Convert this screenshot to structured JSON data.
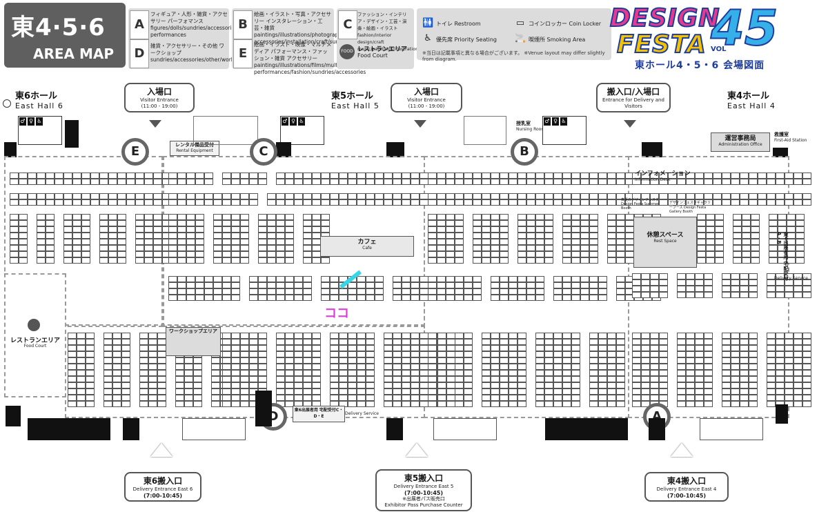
{
  "header": {
    "title_main": "東4·5·6",
    "title_sub": "AREA MAP",
    "legend_categories": [
      {
        "letter": "A",
        "jp": "フィギュア・人形・雑貨・アクセサリー パーフォマンス",
        "en": "figures/dolls/sundries/accessories performances"
      },
      {
        "letter": "B",
        "jp": "絵画・イラスト・写真・アクセサリー インスタレーション・工芸・雑貨",
        "en": "paintings/illustrations/photography accessories/installation/craft/sundries"
      },
      {
        "letter": "C",
        "jp": "ファッション・インテリア・デザイン・工芸・演奏・絵画・イラスト",
        "en": "fashion/interior design/craft music/paintings/illustrations"
      },
      {
        "letter": "D",
        "jp": "雑貨・アクセサリー・その他 ワークショップ",
        "en": "sundries/accessories/other/workshops"
      },
      {
        "letter": "E",
        "jp": "絵画・イラスト・映像・マルチメディア パフォーマンス・ファッション・雑貨 アクセサリー",
        "en": "paintings/illustrations/films/multimedia performances/fashion/sundries/accessories"
      }
    ],
    "food_court_jp": "レストランエリア",
    "food_court_en": "Food Court",
    "food_icon_label": "FOOD",
    "legend_symbols": [
      {
        "icon": "restroom-icon",
        "jp": "トイレ",
        "en": "Restroom"
      },
      {
        "icon": "coin-locker-icon",
        "jp": "コインロッカー",
        "en": "Coin Locker"
      },
      {
        "icon": "priority-seat-icon",
        "jp": "優先席",
        "en": "Priority Seating"
      },
      {
        "icon": "smoking-icon",
        "jp": "喫煙所",
        "en": "Smoking Area"
      }
    ],
    "notice": "※当日は記載事項と異なる場合がございます。 ※Venue layout may differ slightly from diagram.",
    "brand_line1": "DESIGN",
    "brand_line2": "FESTA",
    "brand_number": "45",
    "brand_vol": "VOL",
    "brand_sub": "東ホール4・5・6 会場図面"
  },
  "halls": [
    {
      "jp": "東6ホール",
      "en": "East Hall 6"
    },
    {
      "jp": "東5ホール",
      "en": "East Hall 5"
    },
    {
      "jp": "東4ホール",
      "en": "East Hall 4"
    }
  ],
  "top_entrances": [
    {
      "jp": "入場口",
      "en": "Visitor Entrance",
      "time": "(11:00 - 19:00)"
    },
    {
      "jp": "入場口",
      "en": "Visitor Entrance",
      "time": "(11:00 - 19:00)"
    },
    {
      "jp": "搬入口/入場口",
      "en": "Entrance for Delivery and Visitors",
      "time": ""
    }
  ],
  "bottom_entrances": [
    {
      "jp": "東6搬入口",
      "en": "Delivery Entrance East 6",
      "time": "(7:00-10:45)",
      "note": ""
    },
    {
      "jp": "東5搬入口",
      "en": "Delivery Entrance East 5",
      "time": "(7:00-10:45)",
      "note": "※出展者パス販売口",
      "note_en": "Exhibitor Pass Purchase Counter"
    },
    {
      "jp": "東4搬入口",
      "en": "Delivery Entrance East 4",
      "time": "(7:00-10:45)",
      "note": ""
    }
  ],
  "facilities": {
    "rental_jp": "レンタル備品受付",
    "rental_en": "Rental Equipment",
    "cafe_jp": "カフェ",
    "cafe_en": "Cafe",
    "workshop_jp": "ワークショップエリア",
    "restaurant_jp": "レストランエリア",
    "restaurant_en": "Food Court",
    "info_jp": "インフォメーション",
    "info_en": "Information Desk",
    "rest_jp": "休憩スペース",
    "rest_en": "Rest Space",
    "office_jp": "運営事務局",
    "office_en": "Administration Office",
    "firstaid_jp": "救護室",
    "firstaid_en": "First-Aid Station",
    "nursing_jp": "授乳室",
    "nursing_en": "Nursing Room",
    "summer_booth": "真夏のデザインフェスタ Design Festa Summer Booth",
    "gallery_booth": "デザインフェスタギャラリーブース Design Festa Gallery Booth",
    "delivery_service_en": "Delivery Service",
    "delivery_counter_jp": "東6出展者用 宅配受付C・D・E",
    "delivery_counter_right": "東4出展者用 宅配受付A・B",
    "you_are_here": "ココ"
  },
  "zone_letters": [
    "E",
    "C",
    "B",
    "D",
    "A"
  ],
  "colors": {
    "title_bg": "#5f5f5f",
    "panel": "#dcdcdc",
    "brand_pink": "#e83a8c",
    "brand_yellow": "#f5c200",
    "brand_blue": "#36b0e8",
    "marker_cyan": "#37d5e6",
    "marker_magenta": "#e23ad6"
  }
}
